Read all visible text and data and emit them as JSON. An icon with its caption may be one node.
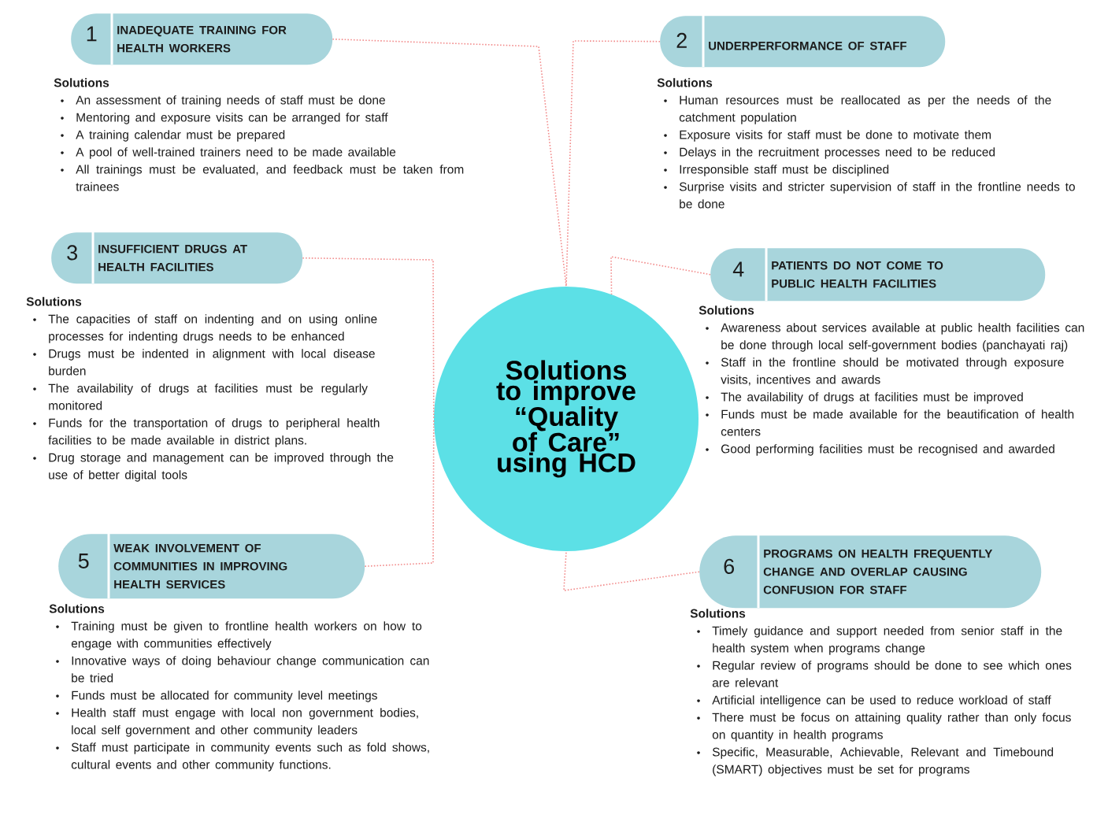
{
  "diagram": {
    "nodes": [
      {
        "text": [
          "1",
          "INADEQUATE TRAINING FOR HEALTH WORKERS"
        ],
        "beside": [
          "Solutions",
          "An assessment of training needs of staff must be done",
          "Mentoring and exposure visits can be arranged for staff",
          "A training calendar must be prepared",
          "A pool of well-trained trainers need to be made available",
          "All trainings must be evaluated, and feedback must be taken from trainees"
        ]
      },
      {
        "text": [
          "2",
          "UNDERPERFORMANCE OF STAFF"
        ],
        "beside": [
          "Solutions",
          "Human resources must be reallocated as per the needs of the catchment population",
          "Exposure visits for staff must be done to motivate them",
          "Delays in the recruitment processes need to be reduced",
          "Irresponsible staff must be disciplined",
          "Surprise visits and stricter supervision of staff in the frontline needs to be done"
        ]
      },
      {
        "text": [
          "3",
          "INSUFFICIENT DRUGS AT HEALTH FACILITIES"
        ],
        "beside": [
          "Solutions",
          "The capacities of staff on indenting and on using online processes for indenting drugs needs to be enhanced",
          "Drugs must be indented in alignment with local disease burden",
          "The availability of drugs at facilities must be regularly monitored",
          "Funds for the transportation of drugs to peripheral health facilities to be made available in district plans.",
          "Drug storage and management can be improved through the use of better digital tools"
        ]
      },
      {
        "text": [
          "4",
          "PATIENTS DO NOT COME TO PUBLIC HEALTH FACILITIES"
        ],
        "beside": [
          "Solutions",
          "Awareness about services available at public health facilities can be done through local self-government bodies (panchayati raj)",
          "Staff in the frontline should be motivated through exposure visits, incentives and awards",
          "The availability of drugs at facilities must be improved",
          "Funds must be made available for the beautification of health centers",
          "Good performing facilities must be recognised and awarded"
        ]
      },
      {
        "text": [
          "5",
          "WEAK INVOLVEMENT OF COMMUNITIES IN IMPROVING HEALTH SERVICES"
        ],
        "beside": [
          "Solutions",
          "Training must be given to frontline health workers on how to engage with communities effectively",
          "Innovative ways of doing behaviour change communication can be tried",
          "Funds must be allocated for community level meetings",
          "Health staff must engage with local non government bodies, local self government and other community leaders",
          "Staff must participate in community events such as fold shows, cultural events and other community functions."
        ]
      },
      {
        "text": [
          "6",
          "PROGRAMS ON HEALTH FREQUENTLY CHANGE AND OVERLAP CAUSING CONFUSION FOR STAFF"
        ],
        "beside": [
          "Solutions",
          "Timely guidance and support needed from senior staff in the health system when programs change",
          "Regular review of programs should be done to see which ones are relevant",
          "Artificial intelligence can be used to reduce workload of staff",
          "There must be focus on attaining quality rather than only focus on quantity in health programs",
          "Specific, Measurable, Achievable, Relevant and Timebound (SMART) objectives must be set for programs"
        ]
      },
      {
        "text": [
          "Solutions to improve “Quality of Care” using HCD"
        ]
      }
    ],
    "edges": [
      {
        "from": 0,
        "to": 6,
        "arrow": "none",
        "style": "dashed"
      },
      {
        "from": 1,
        "to": 6,
        "arrow": "none",
        "style": "dashed"
      },
      {
        "from": 2,
        "to": 6,
        "arrow": "none",
        "style": "dashed"
      },
      {
        "from": 3,
        "to": 6,
        "arrow": "none",
        "style": "dashed"
      },
      {
        "from": 4,
        "to": 6,
        "arrow": "none",
        "style": "dashed"
      },
      {
        "from": 5,
        "to": 6,
        "arrow": "none",
        "style": "dashed"
      }
    ]
  }
}
